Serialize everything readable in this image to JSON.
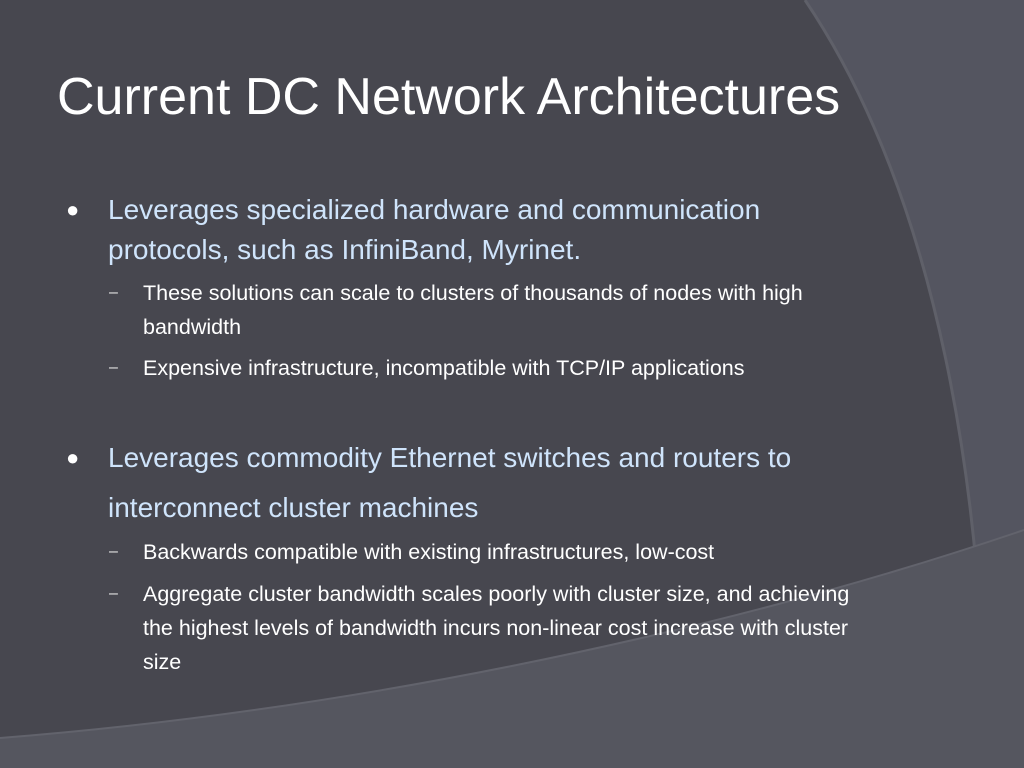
{
  "slide": {
    "title": "Current DC Network Architectures",
    "bullets": [
      {
        "text": "Leverages specialized hardware and communication protocols, such as InfiniBand, Myrinet.",
        "sub": [
          "These solutions can scale to clusters of thousands of nodes with high bandwidth",
          "Expensive infrastructure, incompatible with TCP/IP applications"
        ]
      },
      {
        "text": "Leverages commodity Ethernet switches and routers to interconnect cluster machines",
        "sub": [
          "Backwards compatible with existing infrastructures, low-cost",
          "Aggregate cluster bandwidth scales poorly with cluster size, and achieving the highest levels of bandwidth incurs non-linear cost increase with cluster size"
        ]
      }
    ],
    "colors": {
      "background": "#47474f",
      "arc_light": "#545560",
      "arc_dark": "#3b3b42",
      "level1_text": "#cfe4fb",
      "level2_text": "#ffffff"
    },
    "markers": {
      "level1": "●",
      "level2": "–"
    }
  }
}
